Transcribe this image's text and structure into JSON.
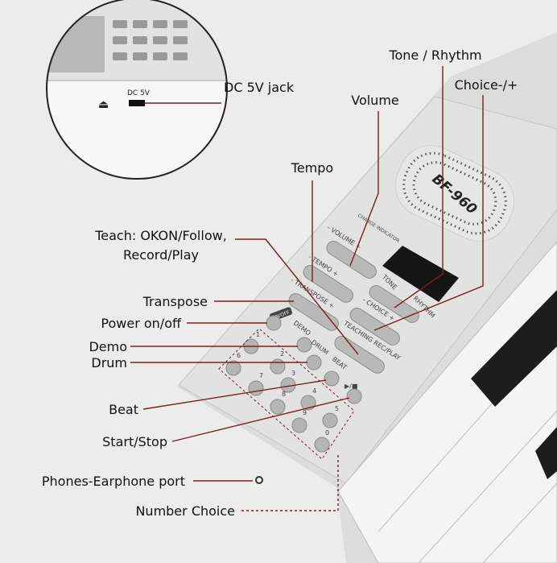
{
  "labels": {
    "dc_jack": "DC 5V jack",
    "tone_rhythm": "Tone / Rhythm",
    "volume": "Volume",
    "choice": "Choice-/+",
    "tempo": "Tempo",
    "teach_line1": "Teach: OKON/Follow,",
    "teach_line2": "Record/Play",
    "transpose": "Transpose",
    "power": "Power on/off",
    "demo": "Demo",
    "drum": "Drum",
    "beat": "Beat",
    "start_stop": "Start/Stop",
    "phones": "Phones-Earphone port",
    "number_choice": "Number Choice"
  },
  "device": {
    "model": "BF-960",
    "dc_marking": "DC 5V",
    "charge_indicator": "CHARGE INDICATOR",
    "volume": "-  VOLUME  +",
    "tempo": "-  TEMPO  +",
    "transpose": "-  TRANSPOSE  +",
    "tone": "TONE",
    "rhythm": "RHYTHM",
    "choice": "-  CHOICE  +",
    "on_off": "ON/OFF",
    "demo": "DEMO",
    "drum": "DRUM",
    "beat": "BEAT",
    "teaching": "TEACHING",
    "rec_play": "REC/PLAY",
    "play_stop": "▶/■",
    "digits": [
      "1",
      "2",
      "3",
      "4",
      "5",
      "6",
      "7",
      "8",
      "9",
      "0"
    ]
  },
  "colors": {
    "leader_line": "#7a2020",
    "background": "#ececec"
  }
}
